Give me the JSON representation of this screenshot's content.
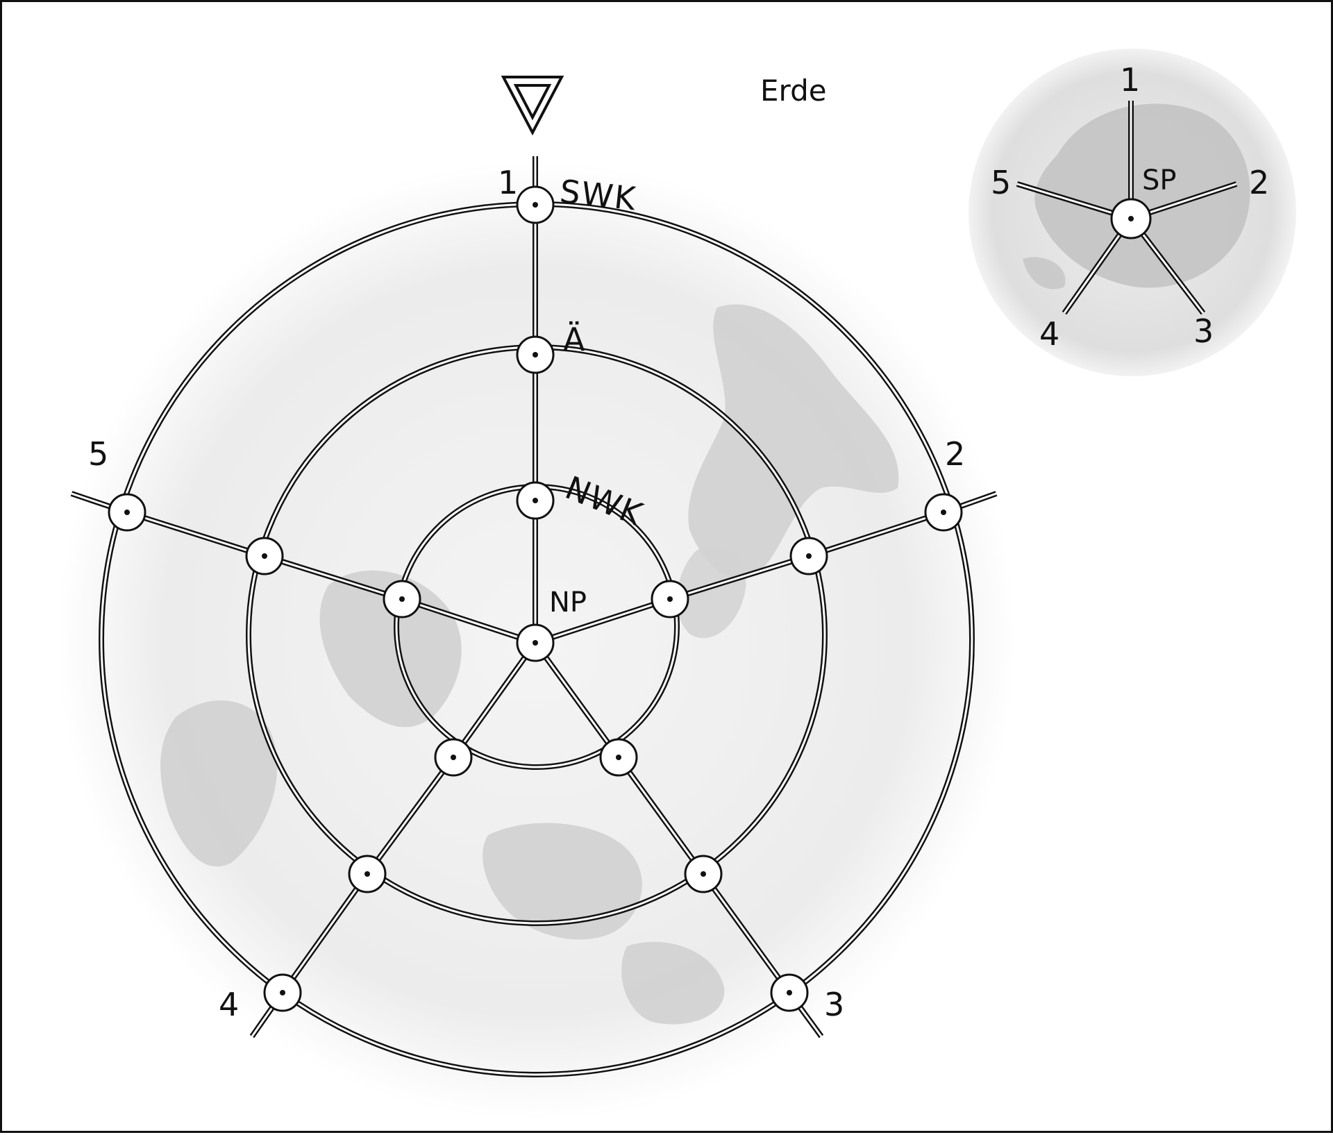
{
  "title": "Erde",
  "main_map": {
    "center_label": "NP",
    "circle_labels": {
      "outer": "SWK",
      "middle": "Ä",
      "inner": "NWK"
    },
    "spoke_numbers": [
      "1",
      "2",
      "3",
      "4",
      "5"
    ]
  },
  "inset_map": {
    "center_label": "SP",
    "spoke_numbers": [
      "1",
      "2",
      "3",
      "4",
      "5"
    ]
  },
  "symbols": {
    "top_marker": "inverted-triangle-icon"
  },
  "colors": {
    "line": "#111111",
    "globe_halo": "#e6e6e6",
    "land": "#c9c9c9",
    "node_fill": "#ffffff"
  }
}
